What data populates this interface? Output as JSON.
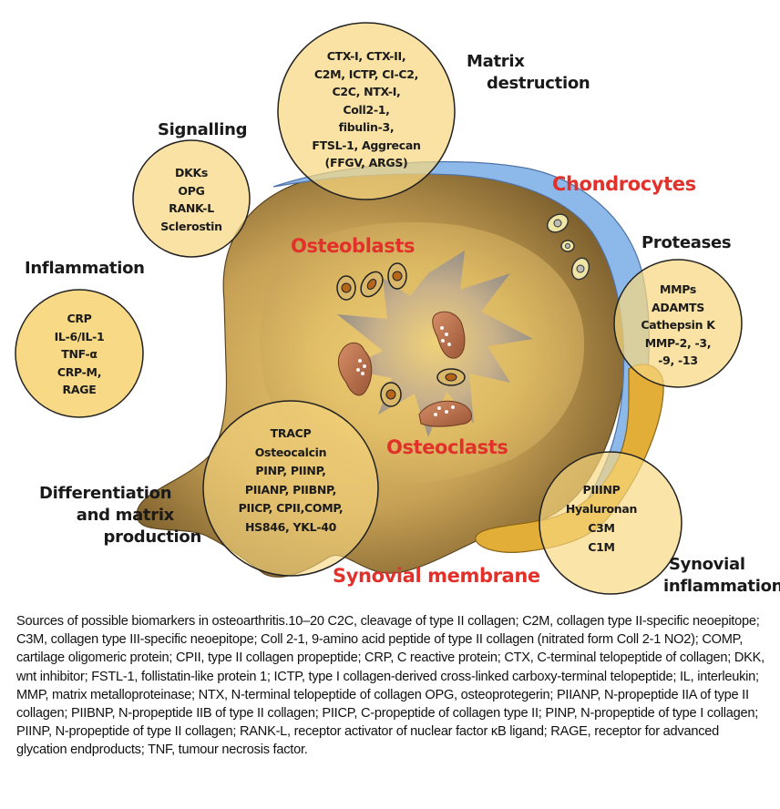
{
  "diagram": {
    "colors": {
      "bubble_fill": "#f7d77f",
      "bone_dark": "#7f6230",
      "bone_light": "#e6c56c",
      "cartilage_blue": "#8db8ea",
      "synovium_orange": "#e3ae38",
      "cell_label_red": "#e2312b",
      "osteoclast_brown": "#b8704a"
    },
    "cell_labels": {
      "chondrocytes": "Chondrocytes",
      "osteoblasts": "Osteoblasts",
      "osteoclasts": "Osteoclasts",
      "synovial_membrane": "Synovial membrane"
    },
    "categories": {
      "matrix_destruction": {
        "lines": [
          "Matrix",
          "destruction"
        ],
        "biomarkers": [
          "CTX-I, CTX-II,",
          "C2M, ICTP, CI-C2,",
          "C2C, NTX-I,",
          "Coll2-1,",
          "fibulin-3,",
          "FTSL-1, Aggrecan",
          "(FFGV, ARGS)"
        ]
      },
      "signalling": {
        "lines": [
          "Signalling"
        ],
        "biomarkers": [
          "DKKs",
          "OPG",
          "RANK-L",
          "Sclerostin"
        ]
      },
      "inflammation": {
        "lines": [
          "Inflammation"
        ],
        "biomarkers": [
          "CRP",
          "IL-6/IL-1",
          "TNF-α",
          "CRP-M,",
          "RAGE"
        ]
      },
      "proteases": {
        "lines": [
          "Proteases"
        ],
        "biomarkers": [
          "MMPs",
          "ADAMTS",
          "Cathepsin K",
          "MMP-2, -3,",
          "-9, -13"
        ]
      },
      "differentiation": {
        "lines": [
          "Differentiation",
          "and matrix",
          "production"
        ],
        "biomarkers": [
          "TRACP",
          "Osteocalcin",
          "PINP, PIINP,",
          "PIIANP, PIIBNP,",
          "PIICP, CPII,COMP,",
          "HS846, YKL-40"
        ]
      },
      "synovial_inflammation": {
        "lines": [
          "Synovial",
          "inflammation"
        ],
        "biomarkers": [
          "PIIINP",
          "Hyaluronan",
          "C3M",
          "C1M"
        ]
      }
    }
  },
  "caption": "Sources of possible biomarkers in osteoarthritis.10–20 C2C, cleavage of type II collagen; C2M, collagen type II-specific neoepitope; C3M, collagen type III-specific neoepitope; Coll 2-1, 9-amino acid peptide of type II collagen (nitrated form Coll 2-1 NO2); COMP, cartilage oligomeric protein; CPII, type II collagen propeptide; CRP, C reactive protein; CTX, C-terminal telopeptide of collagen; DKK, wnt inhibitor; FSTL-1, follistatin-like protein 1; ICTP, type I collagen-derived cross-linked carboxy-terminal telopeptide; IL, interleukin; MMP, matrix metalloproteinase; NTX, N-terminal telopeptide of collagen OPG, osteoprotegerin; PIIANP, N-propeptide IIA of type II collagen; PIIBNP, N-propeptide IIB of type II collagen; PIICP, C-propeptide of collagen type II; PINP, N-propeptide of type I collagen; PIINP, N-propeptide of type II collagen; RANK-L, receptor activator of nuclear factor κB ligand; RAGE, receptor for advanced glycation endproducts; TNF, tumour necrosis factor."
}
